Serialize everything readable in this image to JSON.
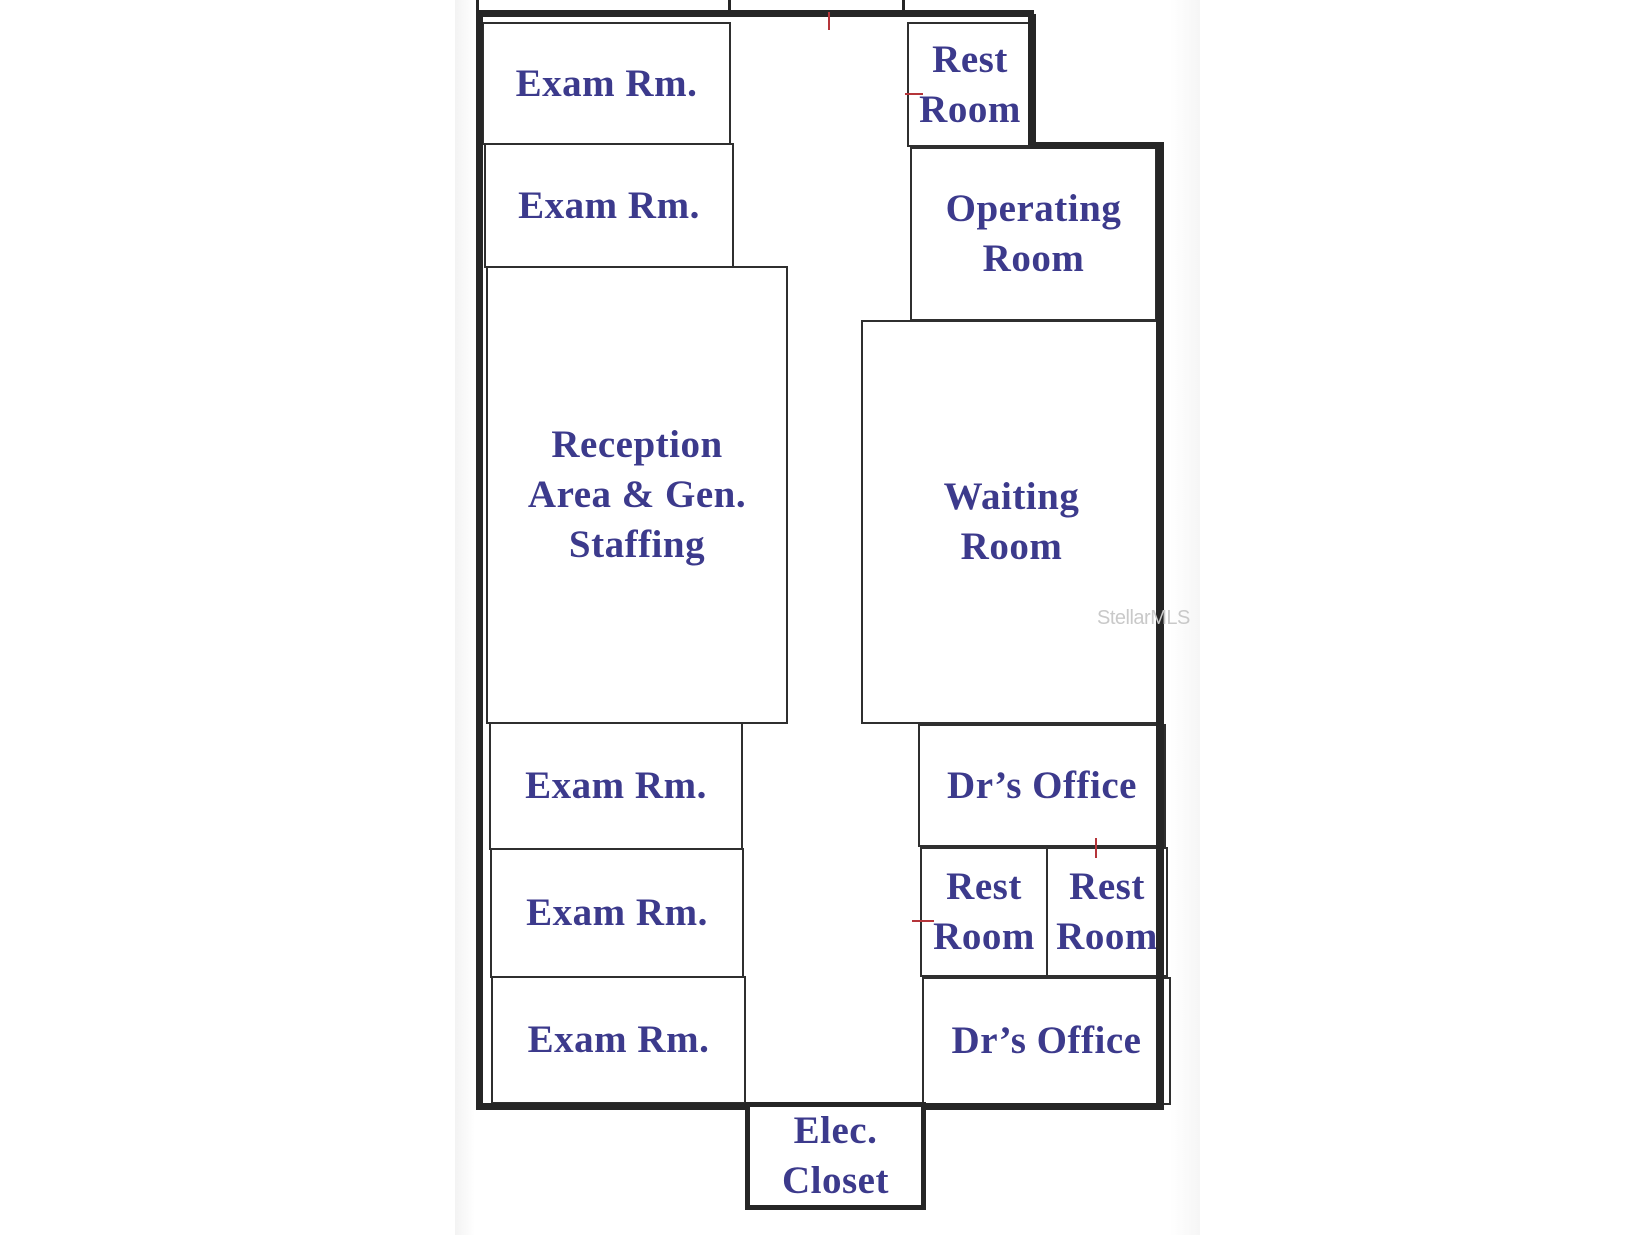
{
  "floor_plan": {
    "rooms": [
      {
        "id": "exam-1",
        "label": "Exam Rm."
      },
      {
        "id": "exam-2",
        "label": "Exam Rm."
      },
      {
        "id": "reception",
        "label": "Reception\nArea & Gen.\nStaffing"
      },
      {
        "id": "exam-3",
        "label": "Exam Rm."
      },
      {
        "id": "exam-4",
        "label": "Exam Rm."
      },
      {
        "id": "exam-5",
        "label": "Exam Rm."
      },
      {
        "id": "restroom-top",
        "label": "Rest\nRoom"
      },
      {
        "id": "operating-room",
        "label": "Operating\nRoom"
      },
      {
        "id": "waiting-room",
        "label": "Waiting\nRoom"
      },
      {
        "id": "drs-office-1",
        "label": "Dr’s Office"
      },
      {
        "id": "restroom-2",
        "label": "Rest\nRoom"
      },
      {
        "id": "restroom-3",
        "label": "Rest\nRoom"
      },
      {
        "id": "drs-office-2",
        "label": "Dr’s Office"
      },
      {
        "id": "elec-closet",
        "label": "Elec.\nCloset"
      }
    ],
    "watermark": "StellarMLS",
    "colors": {
      "label": "#3c3a8c",
      "wall": "#262626",
      "door_mark": "#b5353a"
    }
  }
}
